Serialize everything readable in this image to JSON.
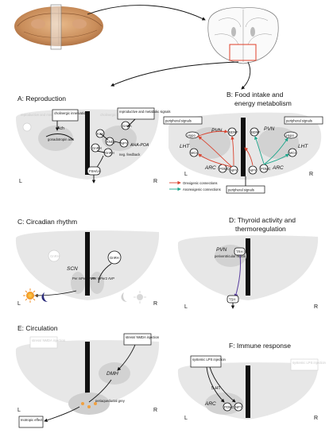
{
  "panels": {
    "a": {
      "title": "A: Reproduction",
      "faint_left": "reproductive and metabolic signals",
      "faint_chol": "cholinergic innervation",
      "chol_label": "cholinergic innervation",
      "repro_label": "reproductive and metabolic signals",
      "ach": "Ach",
      "gonad_label": "gonadotropin axis",
      "cells": [
        "GABA",
        "Kiss",
        "KNDy",
        "NPY",
        "GnRH",
        "GnRH"
      ],
      "region": "AHA-POA",
      "neg_feedback": "neg. feedback",
      "output": "FSH/LH"
    },
    "b": {
      "title_line1": "B: Food intake and",
      "title_line2": "energy metabolism",
      "periph_left": "peripheral signals",
      "periph_right": "peripheral signals",
      "periph_bottom": "peripheral signals",
      "pvn": "PVN",
      "lht": "LHT",
      "arc": "ARC",
      "cells": [
        "Hypo",
        "MCH",
        "POMC",
        "NPY",
        "BDNF"
      ],
      "legend_orexigenic": "Orexigenic connections",
      "legend_anorexigenic": "Anorexigenic connections",
      "colors": {
        "orexigenic": "#d9432f",
        "anorexigenic": "#1aa58a"
      }
    },
    "c": {
      "title": "C: Circadian rhythm",
      "scn": "SCN",
      "gnrh": "GnRH",
      "faint_cell": "GnRH",
      "per_left": "Per mPer2 AVP",
      "per_right": "Per mPer2 AVP"
    },
    "d": {
      "title_line1": "D: Thyroid activity and",
      "title_line2": "thermoregulation",
      "pvn": "PVN",
      "region": "periventricular region",
      "trh": "TRH",
      "tsh": "TSH"
    },
    "e": {
      "title": "E: Circulation",
      "faint_left": "stress/ NMDA injection",
      "stress": "stress/ NMDA injection",
      "dmh": "DMH",
      "pag": "periaqueductal grey",
      "effect": "Inotropic effect"
    },
    "f": {
      "title": "F: Immune response",
      "lps": "systemic LPS injection",
      "faint_right": "systemic LPS injection",
      "serotonin": "5-HT",
      "arc": "ARC",
      "cells": [
        "POMC",
        "NPY"
      ]
    }
  },
  "sides": {
    "left": "L",
    "right": "R"
  }
}
